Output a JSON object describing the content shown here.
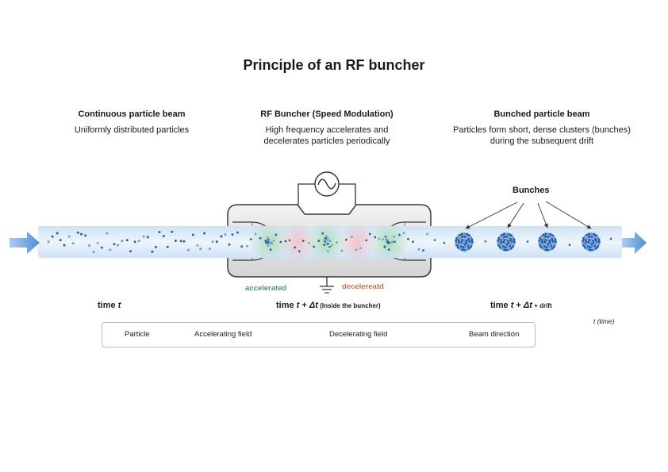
{
  "title": "Principle of an RF buncher",
  "sections": [
    {
      "heading": "Continuous particle beam",
      "lines": [
        "Uniformly distributed particles"
      ]
    },
    {
      "heading": "RF Buncher (Speed Modulation)",
      "lines": [
        "High frequency accelerates and",
        "decelerates particles periodically"
      ]
    },
    {
      "heading": "Bunched particle beam",
      "lines": [
        "Particles form short, dense clusters (bunches)",
        "during the subsequent drift"
      ]
    }
  ],
  "bunches_label": "Bunches",
  "field_labels": {
    "accelerated": "accelerated",
    "decelerated": "decelereatd"
  },
  "time_labels": {
    "t0_prefix": "time ",
    "t0_var": "t",
    "t1_prefix": "time ",
    "t1_var": "t",
    "t1_mid": " + ",
    "t1_delta": "Δt",
    "t1_suffix": " (Inside the buncher)",
    "t2_prefix": "time ",
    "t2_var": "t",
    "t2_mid": " + ",
    "t2_delta": "Δt",
    "t2_suffix": " + drift",
    "axis": "t (time)"
  },
  "legend": {
    "particle": "Particle",
    "accelerating": "Accelerating field",
    "decelerating": "Decelerating field",
    "direction": "Beam direction"
  },
  "colors": {
    "particle": "#2a62b0",
    "particle_light": "#6e9fd6",
    "beam": "#dbe9f7",
    "accel": "#7cc67a",
    "decel": "#f3a4a4",
    "accel_text": "#3fa15a",
    "decel_text": "#e0703c",
    "arrow": "#5b9bd8"
  }
}
